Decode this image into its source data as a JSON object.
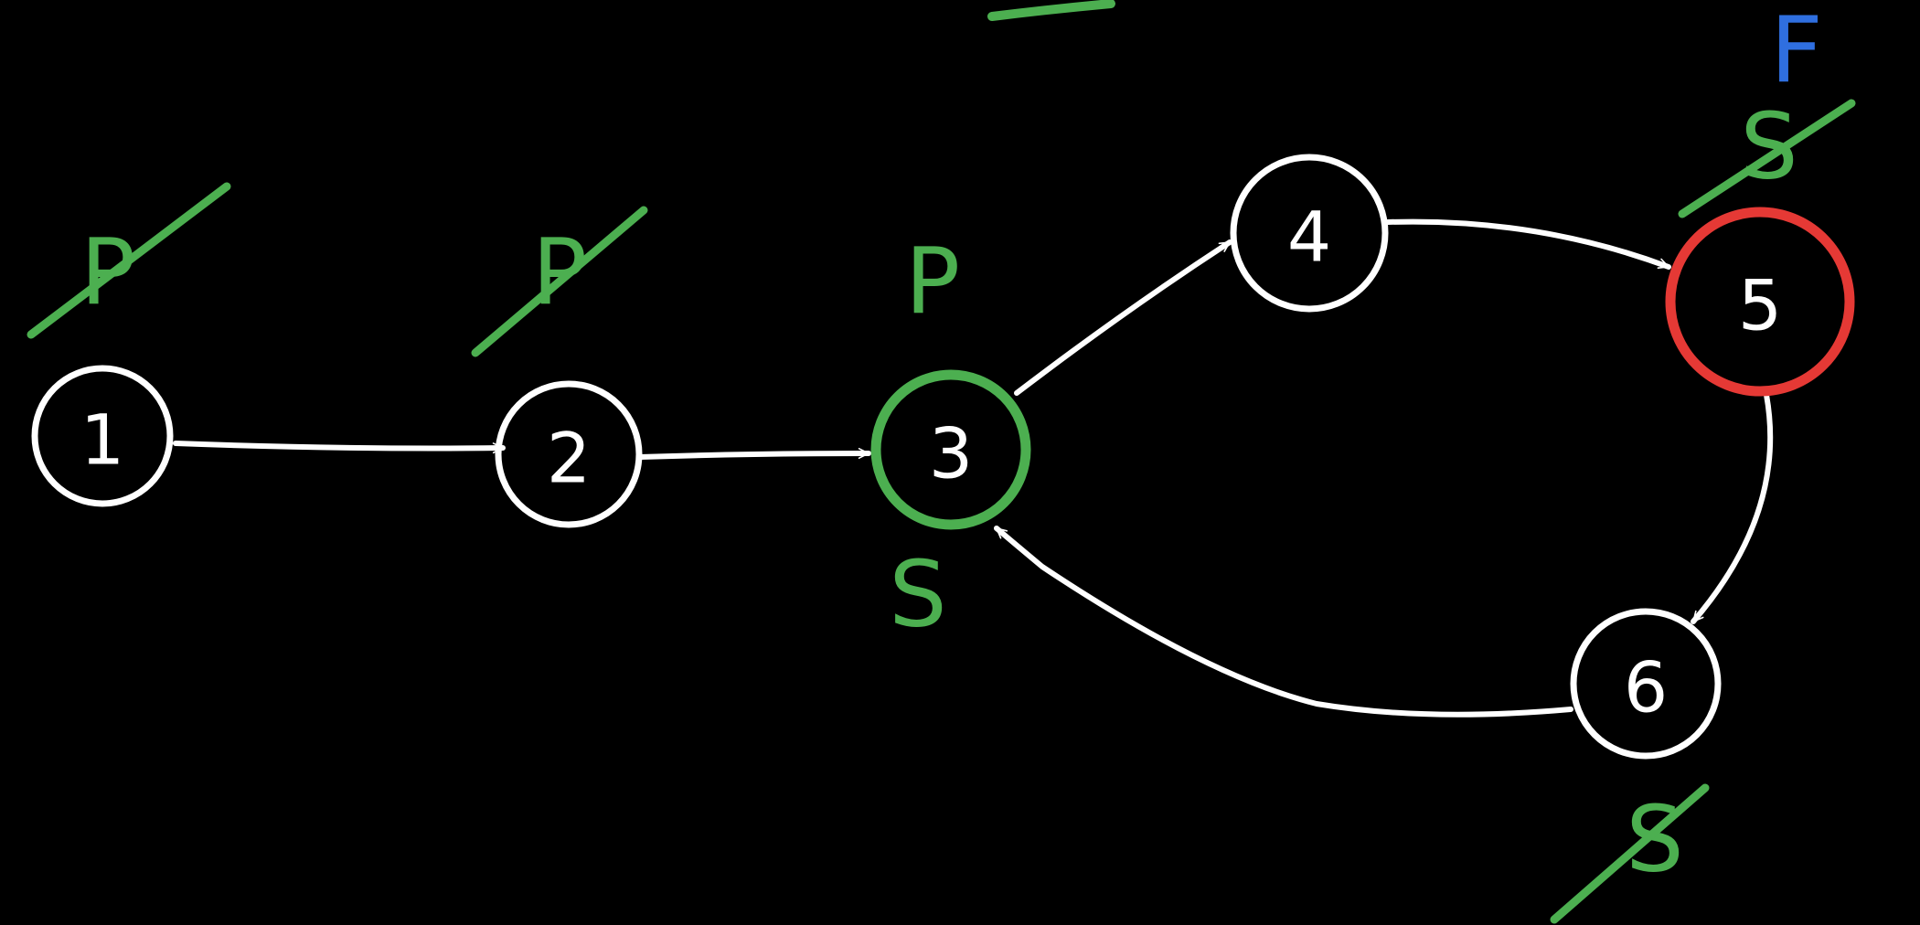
{
  "diagram": {
    "type": "directed-graph",
    "background": "#000000",
    "colors": {
      "ink": "#ffffff",
      "green": "#4caf50",
      "red": "#e53935",
      "blue": "#2f6fe0"
    },
    "nodes": [
      {
        "id": "1",
        "label": "1",
        "highlight": "none"
      },
      {
        "id": "2",
        "label": "2",
        "highlight": "none"
      },
      {
        "id": "3",
        "label": "3",
        "highlight": "green"
      },
      {
        "id": "4",
        "label": "4",
        "highlight": "none"
      },
      {
        "id": "5",
        "label": "5",
        "highlight": "red"
      },
      {
        "id": "6",
        "label": "6",
        "highlight": "none"
      }
    ],
    "edges": [
      {
        "from": "1",
        "to": "2"
      },
      {
        "from": "2",
        "to": "3"
      },
      {
        "from": "3",
        "to": "4"
      },
      {
        "from": "4",
        "to": "5"
      },
      {
        "from": "5",
        "to": "6"
      },
      {
        "from": "6",
        "to": "3"
      }
    ],
    "annotations": [
      {
        "id": "ann-1-p",
        "node": "1",
        "text": "P",
        "color": "green",
        "crossed_out": true
      },
      {
        "id": "ann-2-p",
        "node": "2",
        "text": "P",
        "color": "green",
        "crossed_out": true
      },
      {
        "id": "ann-3-p",
        "node": "3",
        "text": "P",
        "color": "green",
        "crossed_out": false
      },
      {
        "id": "ann-3-s",
        "node": "3",
        "text": "S",
        "color": "green",
        "crossed_out": false
      },
      {
        "id": "ann-5-s",
        "node": "5",
        "text": "S",
        "color": "green",
        "crossed_out": true
      },
      {
        "id": "ann-5-f",
        "node": "5",
        "text": "F",
        "color": "blue",
        "crossed_out": false
      },
      {
        "id": "ann-6-s",
        "node": "6",
        "text": "S",
        "color": "green",
        "crossed_out": true
      }
    ]
  }
}
